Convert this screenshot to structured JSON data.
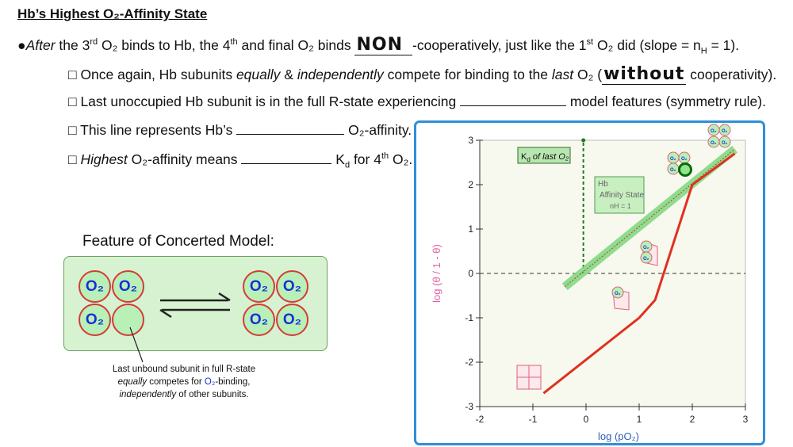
{
  "title": "Hb’s Highest O₂-Affinity State",
  "bullet": {
    "pre_after": "●",
    "after": "After",
    "part1": " the 3",
    "sup_rd": "rd",
    "part2": " O₂ binds to Hb, the 4",
    "sup_th": "th",
    "part3": " and final O₂ binds ",
    "handwritten": "NON",
    "part4": "-cooperatively, just like the 1",
    "sup_st": "st",
    "part5": " O₂ did (slope = n",
    "sub_h": "H",
    "part6": " = 1)."
  },
  "sub1": {
    "box": "□",
    "a": " Once again, Hb subunits ",
    "b": "equally",
    "c": " & ",
    "d": "independently",
    "e": " compete for binding to the ",
    "f": "last",
    "g": " O₂ (",
    "handwritten": "without",
    "h": " cooperativity)."
  },
  "sub2": {
    "box": "□",
    "a": " Last unoccupied Hb subunit is in the full R-state experiencing ",
    "b": " model features (symmetry rule)."
  },
  "sub3": {
    "box": "□",
    "a": " This line represents Hb’s ",
    "b": " O₂-affinity."
  },
  "sub4": {
    "box": "□",
    "a": "Highest",
    "b": " O₂-affinity means ",
    "c": " K",
    "sub_d": "d",
    "d": " for 4",
    "sup_th": "th",
    "e": " O₂."
  },
  "feature_title": "Feature of Concerted Model:",
  "subunit_label": "O₂",
  "caption": {
    "line1": "Last unbound subunit in full R-state",
    "line2a": "equally",
    "line2b": " competes for ",
    "line2c": "O₂",
    "line2d": "-binding,",
    "line3a": "independently",
    "line3b": " of other subunits."
  },
  "chart_data": {
    "type": "line",
    "xlabel": "log (pO₂)",
    "ylabel": "log (θ / 1 - θ)",
    "xlim": [
      -2,
      3
    ],
    "ylim": [
      -3,
      3
    ],
    "x_ticks": [
      "-2",
      "-1",
      "0",
      "1",
      "2",
      "3"
    ],
    "y_ticks": [
      "-3",
      "-2",
      "-1",
      "0",
      "1",
      "2",
      "3"
    ],
    "hill_curve": {
      "x": [
        -0.8,
        1.0,
        1.3,
        2.0,
        2.8
      ],
      "y": [
        -2.7,
        -1.0,
        -0.6,
        2.0,
        2.7
      ]
    },
    "affinity_line": {
      "x": [
        -0.4,
        2.8
      ],
      "y": [
        -0.3,
        2.8
      ]
    },
    "kd_x": -0.05,
    "annotations": {
      "kd_label_main": "K",
      "kd_label_sub": "d",
      "kd_label_rest": " of last O₂",
      "affinity_title": "Hb",
      "affinity_line2": "Affinity State",
      "affinity_line3": "nH = 1"
    },
    "colors": {
      "curve": "#e0311f",
      "affinity": "#7ed87e",
      "frame": "#2f8fd8"
    }
  }
}
